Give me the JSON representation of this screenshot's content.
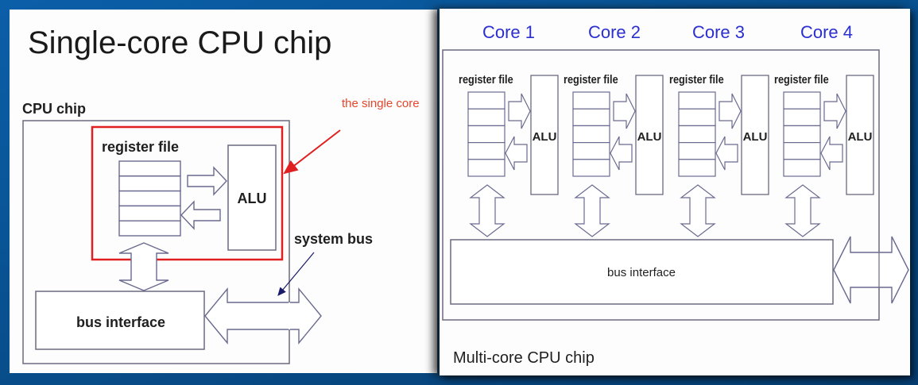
{
  "single_core": {
    "title": "Single-core CPU chip",
    "chip_label": "CPU chip",
    "annotation": "the single core",
    "register_file_label": "register file",
    "alu_label": "ALU",
    "system_bus_label": "system bus",
    "bus_interface_label": "bus interface",
    "register_count": 5
  },
  "multi_core": {
    "cores": [
      {
        "label": "Core 1",
        "register_file_label": "register file",
        "alu_label": "ALU"
      },
      {
        "label": "Core 2",
        "register_file_label": "register file",
        "alu_label": "ALU"
      },
      {
        "label": "Core 3",
        "register_file_label": "register file",
        "alu_label": "ALU"
      },
      {
        "label": "Core 4",
        "register_file_label": "register file",
        "alu_label": "ALU"
      }
    ],
    "bus_interface_label": "bus interface",
    "caption": "Multi-core CPU chip",
    "register_count": 5
  },
  "colors": {
    "background": "#0a5aa0",
    "outline": "#5a5a7a",
    "highlight_red": "#e02020",
    "annotation_red": "#e8452a",
    "core_label_blue": "#2a2fd0"
  }
}
